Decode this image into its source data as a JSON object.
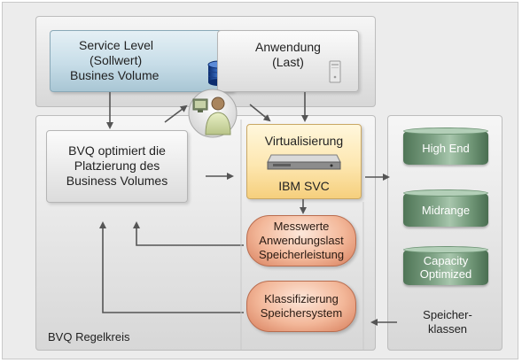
{
  "service_level": {
    "line1": "Service Level",
    "line2": "(Sollwert)",
    "line3": "Busines Volume"
  },
  "anwendung": {
    "line1": "Anwendung",
    "line2": "(Last)"
  },
  "bvq_box": {
    "line1": "BVQ optimiert die",
    "line2": "Platzierung des",
    "line3": "Business Volumes"
  },
  "virtualisierung": {
    "title": "Virtualisierung",
    "product": "IBM SVC"
  },
  "messwerte": {
    "line1": "Messwerte",
    "line2": "Anwendungslast",
    "line3": "Speicherleistung"
  },
  "klassifizierung": {
    "line1": "Klassifizierung",
    "line2": "Speichersystem"
  },
  "storage_classes": [
    {
      "line1": "High End",
      "line2": ""
    },
    {
      "line1": "Midrange",
      "line2": ""
    },
    {
      "line1": "Capacity",
      "line2": "Optimized"
    }
  ],
  "speicherklassen": {
    "line1": "Speicher-",
    "line2": "klassen"
  },
  "regelkreis_label": "BVQ Regelkreis",
  "icons": [
    "database-icon",
    "server-tower-icon",
    "person-icon",
    "svc-appliance-icon"
  ],
  "colors": {
    "blue_box": "#c7dde8",
    "orange_box": "#fde7b0",
    "pill": "#f3b89a",
    "storage": "#7fa386",
    "arrow": "#4a4a4a"
  }
}
